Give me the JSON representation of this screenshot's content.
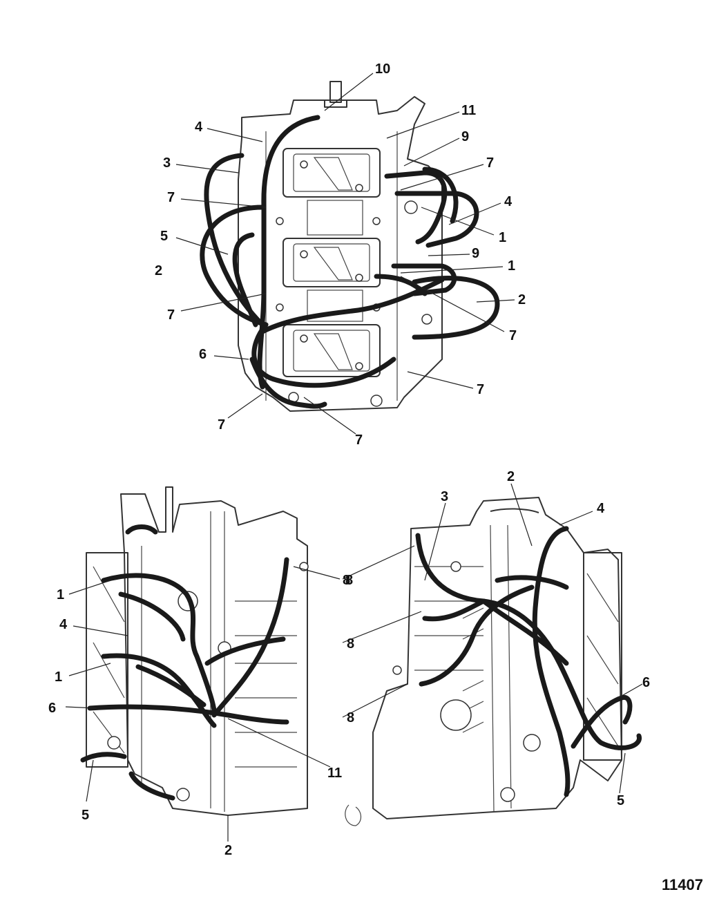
{
  "figure_number": "11407",
  "views": {
    "top": {
      "callouts": [
        "10",
        "11",
        "4",
        "9",
        "3",
        "7",
        "7",
        "4",
        "5",
        "1",
        "2",
        "9",
        "1",
        "7",
        "2",
        "7",
        "6",
        "7",
        "7",
        "7"
      ]
    },
    "bottom_left": {
      "callouts": [
        "8",
        "1",
        "4",
        "1",
        "6",
        "11",
        "5",
        "2"
      ]
    },
    "bottom_right": {
      "callouts": [
        "2",
        "3",
        "4",
        "8",
        "8",
        "8",
        "6",
        "5"
      ]
    }
  },
  "colors": {
    "ink": "#1a1a1a",
    "paper": "#ffffff"
  }
}
